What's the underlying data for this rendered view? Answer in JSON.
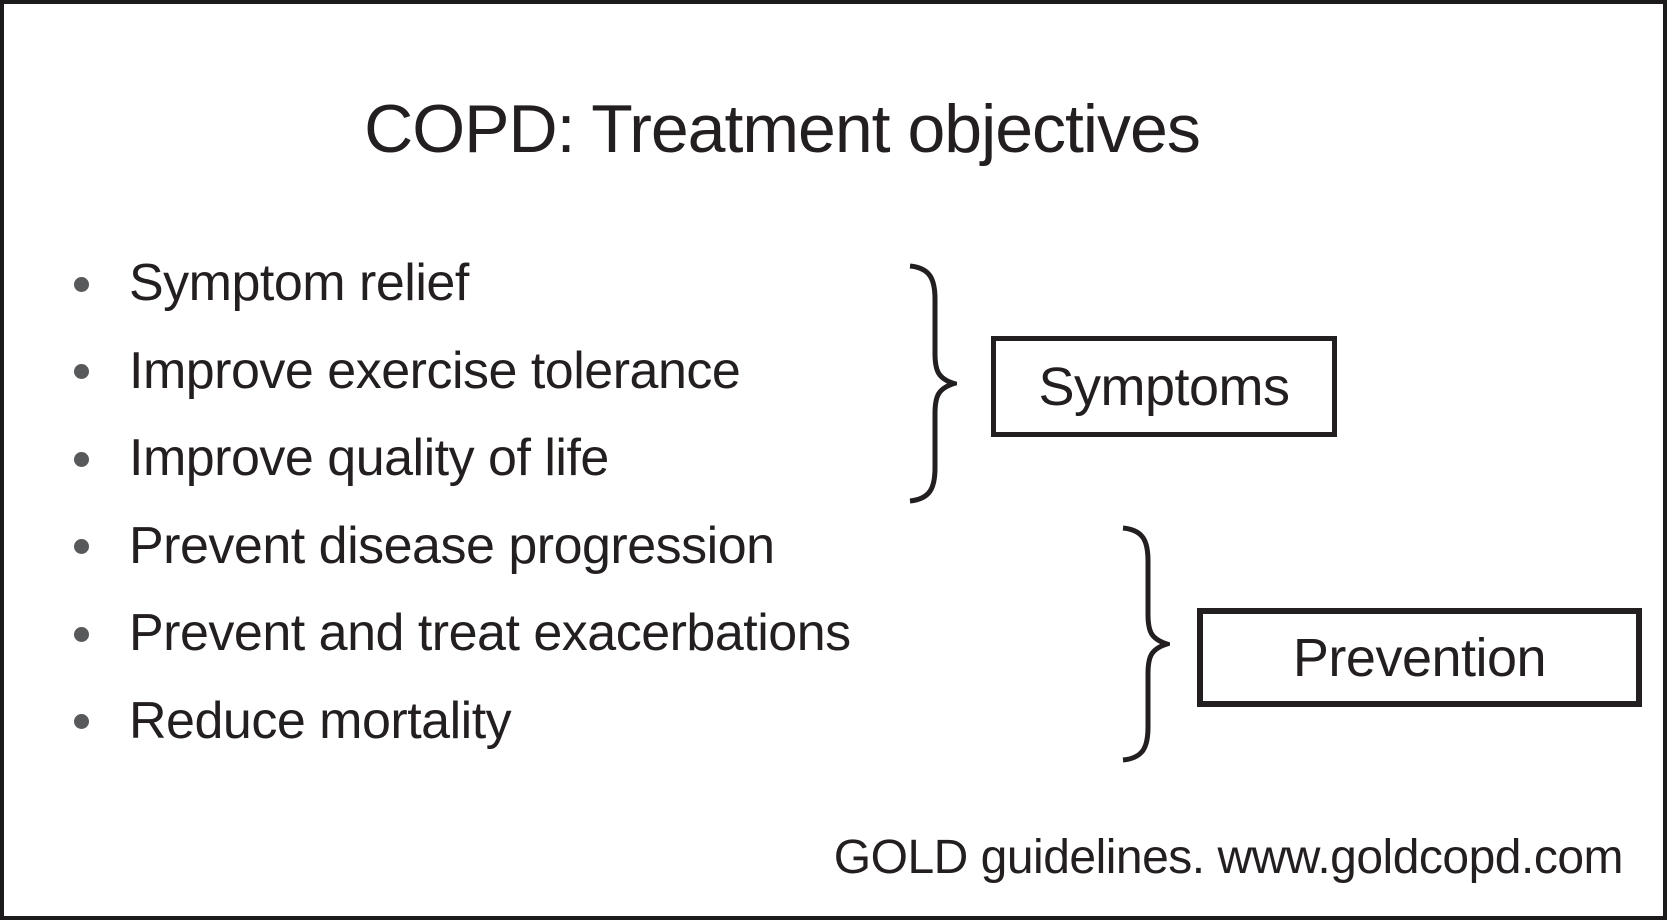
{
  "title": "COPD: Treatment objectives",
  "bullets": [
    "Symptom relief",
    "Improve exercise tolerance",
    "Improve quality of life",
    "Prevent disease progression",
    "Prevent and treat exacerbations",
    "Reduce mortality"
  ],
  "groups": {
    "symptoms": {
      "label": "Symptoms"
    },
    "prevention": {
      "label": "Prevention"
    }
  },
  "citation": "GOLD guidelines. www.goldcopd.com",
  "colors": {
    "text": "#231f20",
    "bullet_dot": "#58595b",
    "frame_border": "#1d1a1b",
    "background": "#ffffff"
  }
}
